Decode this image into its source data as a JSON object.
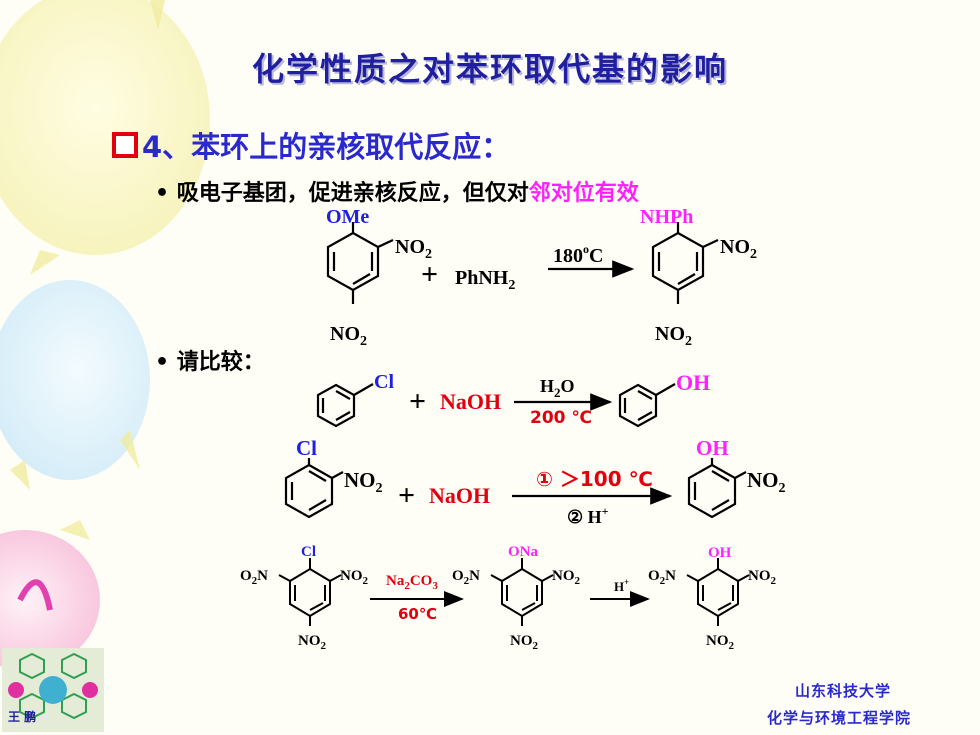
{
  "title": "化学性质之对苯环取代基的影响",
  "heading": {
    "number": "4、",
    "text": "苯环上的亲核取代反应："
  },
  "bullets": {
    "b1_main": "吸电子基团，促进亲核反应，但仅对",
    "b1_highlight": "邻对位有效",
    "b2": "请比较："
  },
  "reaction1": {
    "r_top": "OMe",
    "r_ortho": "NO",
    "r_para": "NO",
    "sub2": "2",
    "plus": "+",
    "reagent": "PhNH",
    "cond": "180",
    "cond_sup": "o",
    "cond_unit": "C",
    "p_top": "NHPh",
    "p_ortho": "NO",
    "p_para": "NO"
  },
  "reaction2": {
    "sub": "Cl",
    "plus": "+",
    "reagent": "NaOH",
    "cond_top": "H",
    "cond_top_sub": "2",
    "cond_top_end": "O",
    "cond_bottom": "200 ℃",
    "product": "OH"
  },
  "reaction3": {
    "sub": "Cl",
    "ortho": "NO",
    "sub2": "2",
    "plus": "+",
    "reagent": "NaOH",
    "cond_top": "① ＞100 ℃",
    "cond_bottom": "② H",
    "cond_bottom_sup": "+",
    "product": "OH",
    "p_ortho": "NO"
  },
  "reaction4": {
    "r_top": "Cl",
    "o2n": "O",
    "o2n_sub": "2",
    "o2n_n": "N",
    "no2": "NO",
    "sub2": "2",
    "cond1_top": "Na",
    "cond1_sub1": "2",
    "cond1_mid": "CO",
    "cond1_sub2": "3",
    "cond1_bottom": "60℃",
    "i_top": "ONa",
    "cond2_top": "H",
    "cond2_sup": "+",
    "p_top": "OH"
  },
  "footer": {
    "school": "山东科技大学",
    "college": "化学与环境工程学院",
    "author": "王 鹏"
  },
  "colors": {
    "title": "#1f1fa0",
    "heading": "#2a2acc",
    "highlight": "#ff20ff",
    "red": "#e00010",
    "blue": "#2020e0"
  }
}
